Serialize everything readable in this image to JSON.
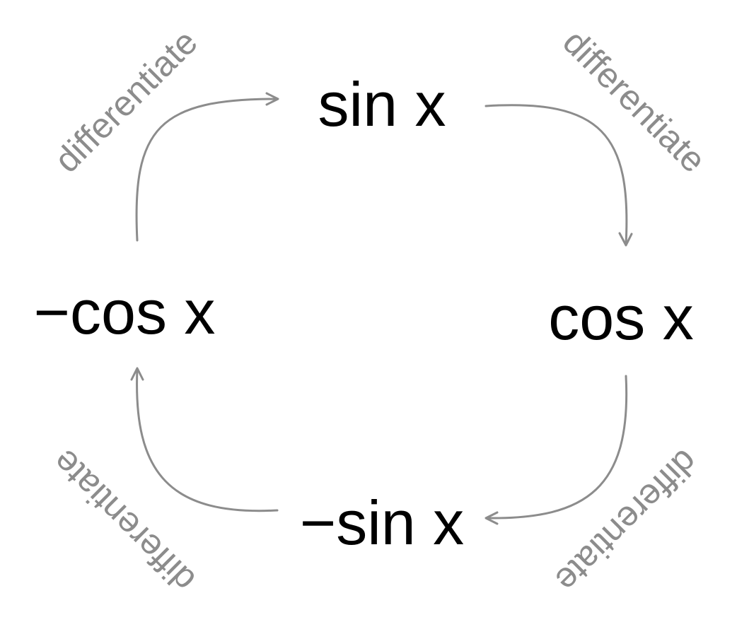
{
  "colors": {
    "node_text": "#000000",
    "arrow": "#8c8c8c",
    "edge_label": "#8c8c8c",
    "background": "#ffffff"
  },
  "nodes": {
    "top": "sin x",
    "right": "cos x",
    "bottom": "−sin x",
    "left": "−cos x"
  },
  "edges": {
    "top_left": "differentiate",
    "top_right": "differentiate",
    "bottom_right": "differentiate",
    "bottom_left": "differentiate"
  }
}
